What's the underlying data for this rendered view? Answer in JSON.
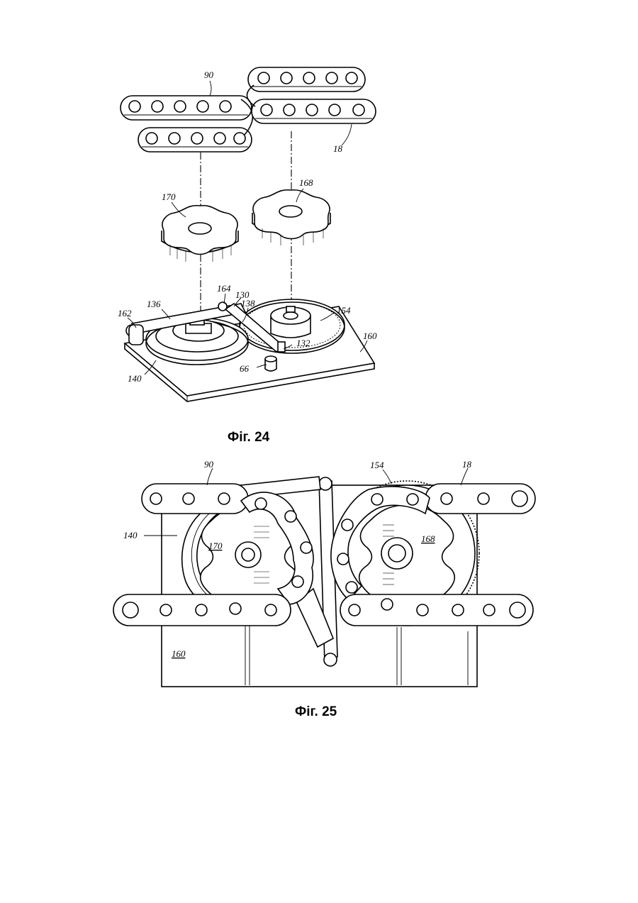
{
  "figure24": {
    "caption": "Фіг. 24",
    "refs": {
      "r90": "90",
      "r18": "18",
      "r170": "170",
      "r168": "168",
      "r164": "164",
      "r130": "130",
      "r136": "136",
      "r138": "138",
      "r154": "154",
      "r162": "162",
      "r160": "160",
      "r132": "132",
      "r66": "66",
      "r140": "140"
    }
  },
  "figure25": {
    "caption": "Фіг. 25",
    "refs": {
      "r90": "90",
      "r154": "154",
      "r18": "18",
      "r140": "140",
      "r170": "170",
      "r168": "168",
      "r160": "160"
    }
  },
  "colors": {
    "line": "#000000",
    "background": "#ffffff"
  }
}
